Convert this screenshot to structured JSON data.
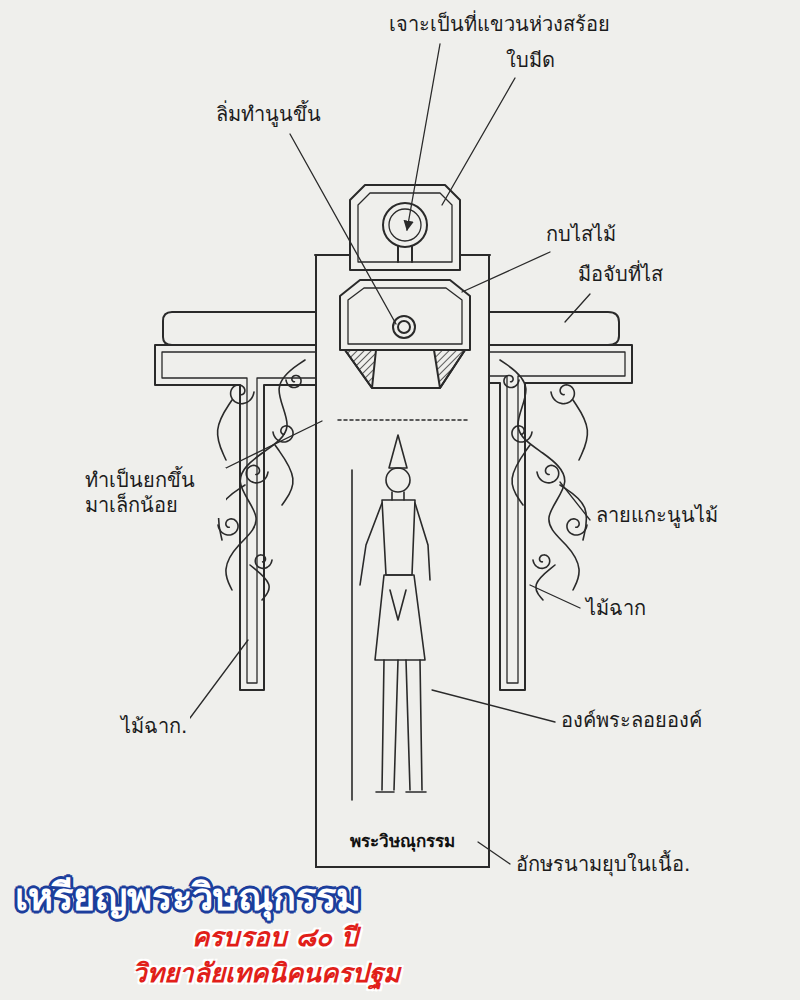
{
  "diagram": {
    "title": "เหรียญพระวิษณุกรรม",
    "nodes": [
      {
        "text": [
          "พระวิษณุกรรม"
        ]
      }
    ],
    "labels": [
      "เจาะเป็นที่แขวนห่วงสร้อย",
      "ใบมีด",
      "ลิ่มทำนูนขึ้น",
      "กบไสไม้",
      "มือจับที่ไส",
      "ทำเป็นยกขึ้น มาเล็กน้อย",
      "ลายแกะนูนไม้",
      "ไม้ฉาก",
      "ไม้ฉาก.",
      "องค์พระลอยองค์",
      "อักษรนามยุบในเนื้อ.",
      "ครบรอบ ๘๐ ปี",
      "วิทยาลัยเทคนิคนครปฐม"
    ]
  }
}
